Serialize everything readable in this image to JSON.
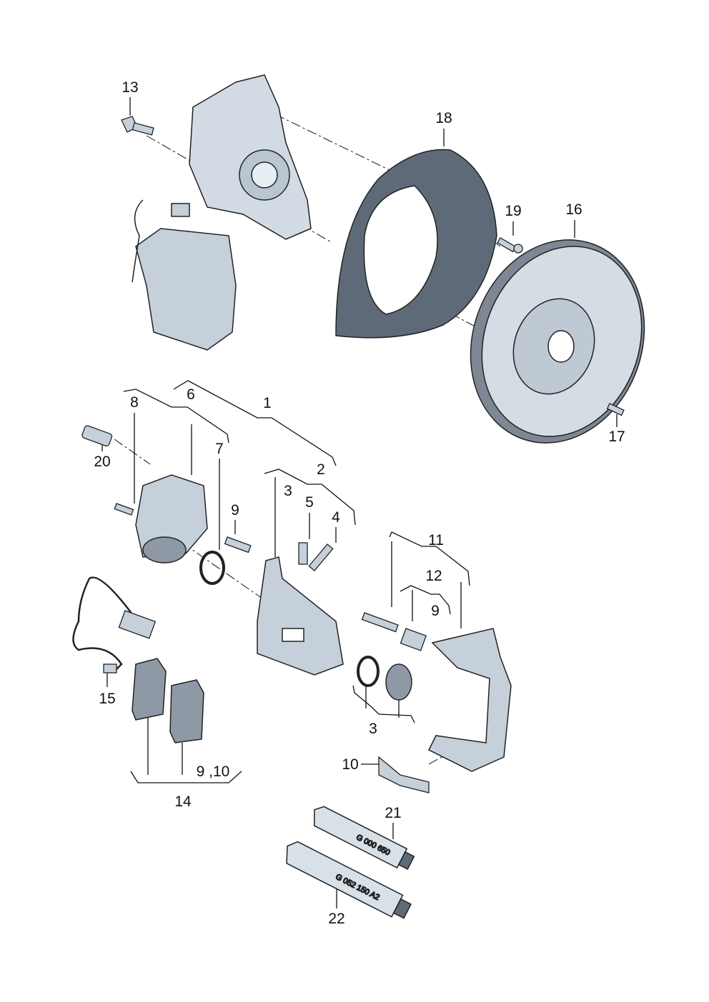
{
  "title": "Rear brake assembly parts diagram",
  "callouts": {
    "c13": "13",
    "c18": "18",
    "c19": "19",
    "c16": "16",
    "c17": "17",
    "c8": "8",
    "c6": "6",
    "c1": "1",
    "c20": "20",
    "c7": "7",
    "c2": "2",
    "c3a": "3",
    "c5": "5",
    "c9a": "9",
    "c4": "4",
    "c11": "11",
    "c12": "12",
    "c9b": "9",
    "c15": "15",
    "c3b": "3",
    "c10": "10",
    "c910": "9 ,10",
    "c14": "14",
    "c21": "21",
    "c22": "22"
  },
  "tubes": {
    "tube21_text": "G 000 650",
    "tube22_text": "G 052 150 A2"
  },
  "colors": {
    "part_fill": "#c9d3dd",
    "part_dark": "#5f6b78",
    "line": "#111111"
  }
}
